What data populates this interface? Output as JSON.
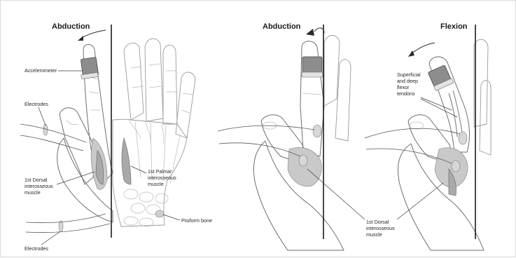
{
  "panels": [
    {
      "title": "Abduction",
      "labels": {
        "accelerometer": "Accelerometer",
        "electrodes_top": "Electrodes",
        "electrodes_bottom": "Electrodes",
        "dorsal_muscle": [
          "1st Dorsal",
          "interosseous",
          "muscle"
        ],
        "palmar_muscle": [
          "1st Palmar",
          "interosseous",
          "muscle"
        ],
        "pisiform": "Pisiform bone"
      }
    },
    {
      "title": "Abduction",
      "labels": {}
    },
    {
      "title": "Flexion",
      "labels": {
        "tendons": [
          "Superficial",
          "and deep",
          "flexor",
          "tendons"
        ],
        "dorsal_muscle": [
          "1st Dorsal",
          "interosseous",
          "muscle"
        ]
      }
    }
  ]
}
